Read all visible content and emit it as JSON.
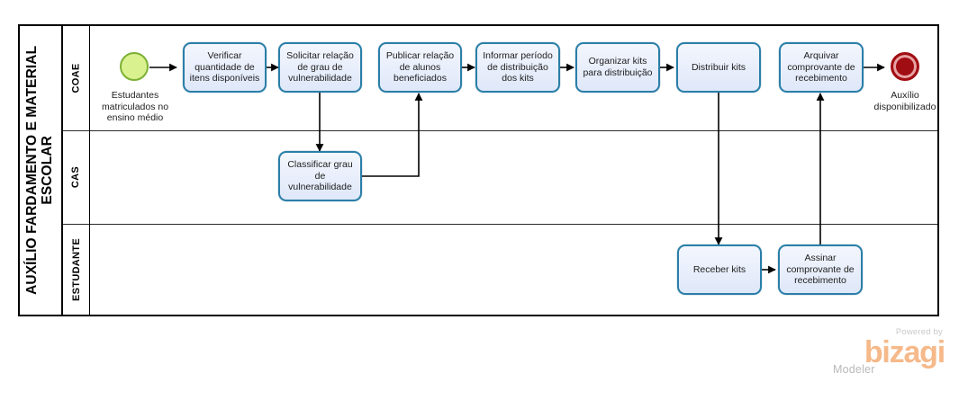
{
  "pool": {
    "title": "AUXÍLIO FARDAMENTO E MATERIAL ESCOLAR",
    "title_line1": "AUXÍLIO FARDAMENTO E MATERIAL",
    "title_line2": "ESCOLAR"
  },
  "lanes": [
    {
      "id": "coae",
      "label": "COAE"
    },
    {
      "id": "cas",
      "label": "CAS"
    },
    {
      "id": "estudante",
      "label": "ESTUDANTE"
    }
  ],
  "events": [
    {
      "id": "start",
      "type": "start-event",
      "label": "Estudantes matriculados no ensino médio",
      "lane": "coae",
      "color": "#d9f18e",
      "border_color": "#7cb034"
    },
    {
      "id": "end",
      "type": "end-event",
      "label": "Auxílio disponibilizado",
      "lane": "coae",
      "color": "#a00d12",
      "border_color": "#a00d12"
    }
  ],
  "tasks": [
    {
      "id": "t1",
      "lane": "coae",
      "label": "Verificar quantidade de itens disponíveis"
    },
    {
      "id": "t2",
      "lane": "coae",
      "label": "Solicitar relação de grau de vulnerabilidade"
    },
    {
      "id": "t3",
      "lane": "coae",
      "label": "Publicar relação de alunos beneficiados"
    },
    {
      "id": "t4",
      "lane": "coae",
      "label": "Informar período de distribuição dos kits"
    },
    {
      "id": "t5",
      "lane": "coae",
      "label": "Organizar kits para distribuição"
    },
    {
      "id": "t6",
      "lane": "coae",
      "label": "Distribuir  kits"
    },
    {
      "id": "t7",
      "lane": "coae",
      "label": "Arquivar comprovante de recebimento"
    },
    {
      "id": "t8",
      "lane": "cas",
      "label": "Classificar grau de vulnerabilidade"
    },
    {
      "id": "t9",
      "lane": "estudante",
      "label": "Receber kits"
    },
    {
      "id": "t10",
      "lane": "estudante",
      "label": "Assinar comprovante de recebimento"
    }
  ],
  "watermark": {
    "powered_by": "Powered by",
    "brand": "bizagi",
    "product": "Modeler",
    "brand_color": "#f6b98a"
  },
  "theme": {
    "task_border": "#2a7fa8",
    "task_fill": "#e9effb",
    "pool_border": "#000000",
    "flow_color": "#000000"
  }
}
